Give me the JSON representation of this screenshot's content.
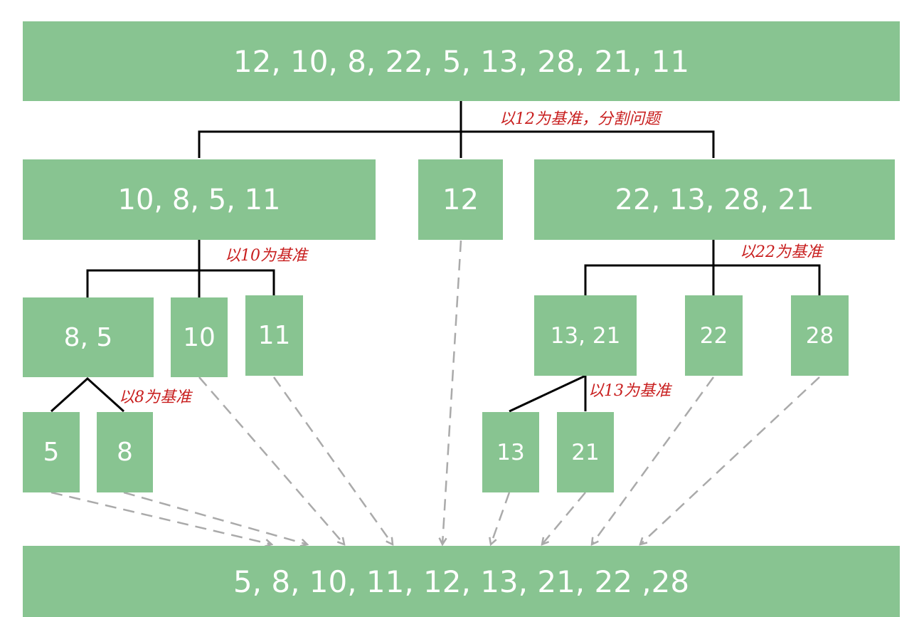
{
  "colors": {
    "box_fill": "#88c491",
    "box_text": "#ffffff",
    "tree_line": "#000000",
    "arrow_line": "#aaaaaa",
    "annotation_text": "#c81e1e"
  },
  "nodes": {
    "root": "12, 10, 8, 22, 5, 13, 28, 21, 11",
    "left": "10, 8, 5, 11",
    "pivot_12": "12",
    "right": "22, 13, 28, 21",
    "left_left": "8, 5",
    "pivot_10": "10",
    "leaf_11": "11",
    "right_left": "13, 21",
    "pivot_22": "22",
    "leaf_28": "28",
    "leaf_5": "5",
    "pivot_8": "8",
    "pivot_13": "13",
    "leaf_21": "21",
    "result": "5, 8, 10, 11, 12, 13, 21, 22 ,28"
  },
  "annotations": {
    "split_12": "以12为基准，分割问题",
    "split_10": "以10为基准",
    "split_22": "以22为基准",
    "split_8": "以8为基准",
    "split_13": "以13为基准"
  }
}
